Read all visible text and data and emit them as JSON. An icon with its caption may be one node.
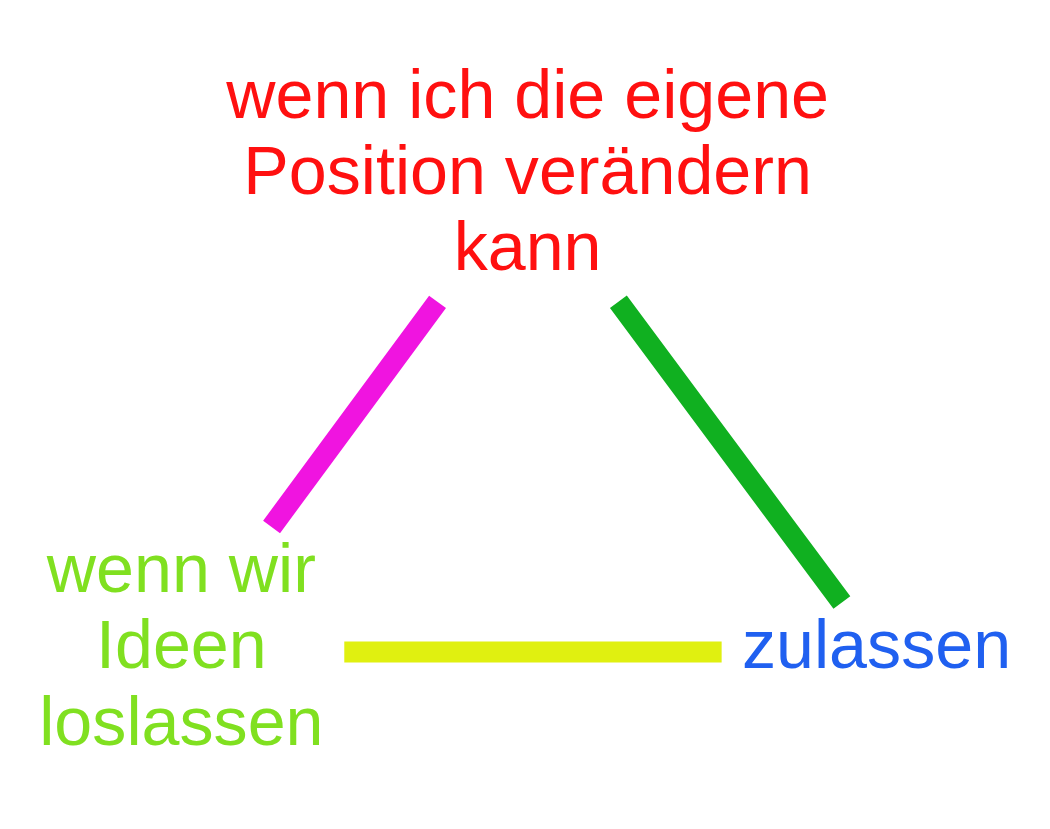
{
  "diagram": {
    "nodes": [
      {
        "text": [
          "wenn ich die eigene Position verändern kann"
        ]
      },
      {
        "text": [
          "wenn wir Ideen loslassen"
        ]
      },
      {
        "text": [
          "zulassen"
        ]
      }
    ],
    "edges": [
      {
        "from": 1,
        "to": 0,
        "arrow": "none",
        "color": "#f014e0"
      },
      {
        "from": 0,
        "to": 2,
        "arrow": "none",
        "color": "#10b020"
      },
      {
        "from": 1,
        "to": 2,
        "arrow": "none",
        "color": "#e0f010"
      }
    ]
  }
}
